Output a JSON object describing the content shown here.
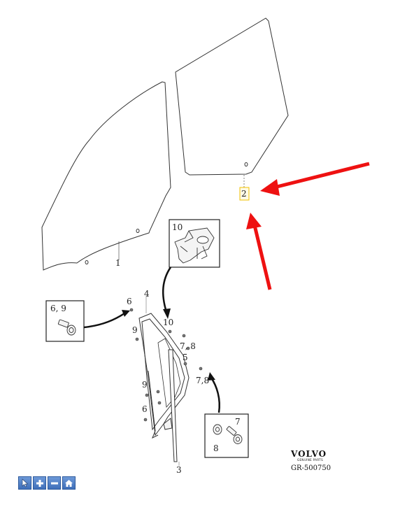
{
  "labels": {
    "front_window": "1",
    "rear_window": "2",
    "rail": "3",
    "seal": "4",
    "part_5": "5",
    "part_6": "6",
    "part_6b": "6",
    "part_9": "9",
    "part_9b": "9",
    "part_10": "10",
    "part_78": "7, 8",
    "part_78b": "7,8"
  },
  "callouts": {
    "box_10": "10",
    "box_69": "6, 9",
    "box_7": "7",
    "box_8": "8"
  },
  "brand": {
    "name": "VOLVO",
    "subtitle": "GENUINE PARTS",
    "drawing_code": "GR-500750"
  },
  "annotation": {
    "arrow_color": "#ee1111",
    "highlight_color": "#f2c200"
  },
  "toolbar": {
    "buttons": [
      "select-icon",
      "zoom-in-icon",
      "zoom-out-icon",
      "home-icon"
    ]
  }
}
